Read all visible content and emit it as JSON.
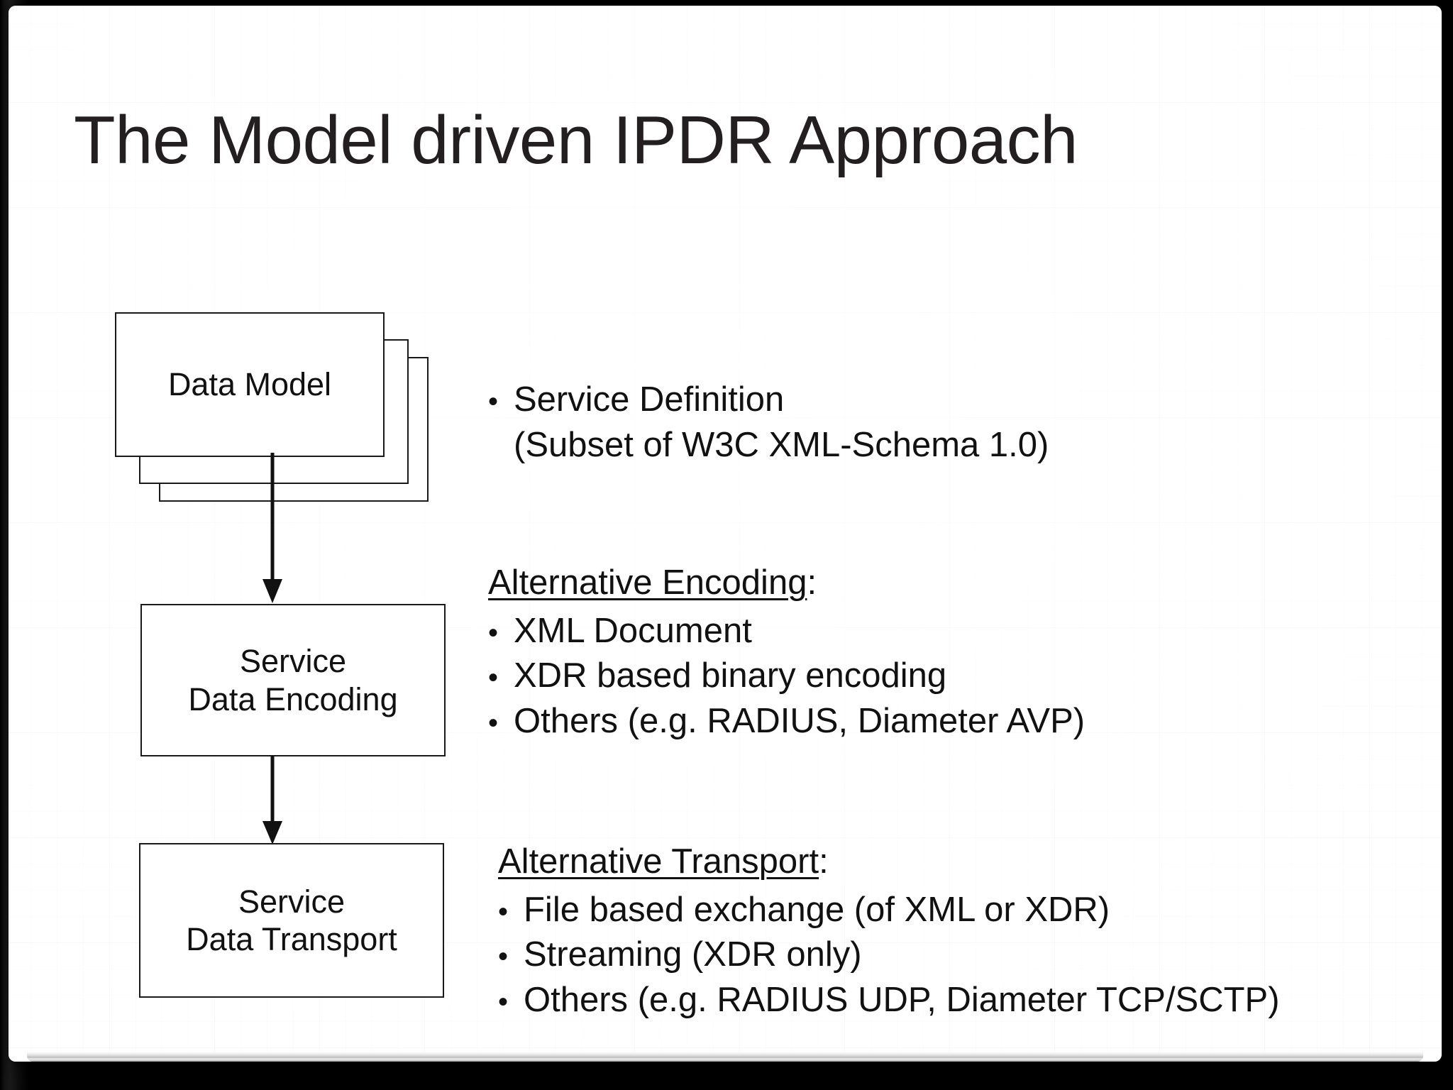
{
  "slide": {
    "title": "The Model driven IPDR Approach",
    "background_color": "#ffffff",
    "frame_color": "#000000",
    "text_color": "#111111",
    "box_border_color": "#1a1a1a"
  },
  "diagram": {
    "stack_note": "Data Model is drawn as three stacked sheets",
    "boxes": [
      {
        "id": "data-model",
        "label": "Data Model",
        "lines": [
          "Data Model"
        ],
        "sheets": 3
      },
      {
        "id": "service-data-encoding",
        "label": "Service Data Encoding",
        "lines": [
          "Service",
          "Data Encoding"
        ],
        "sheets": 1
      },
      {
        "id": "service-data-transport",
        "label": "Service Data Transport",
        "lines": [
          "Service",
          "Data Transport"
        ],
        "sheets": 1
      }
    ],
    "arrows": [
      {
        "id": "model-to-encoding",
        "from": "data-model",
        "to": "service-data-encoding",
        "direction": "down"
      },
      {
        "id": "encoding-to-transport",
        "from": "service-data-encoding",
        "to": "service-data-transport",
        "direction": "down"
      }
    ]
  },
  "content_blocks": [
    {
      "id": "service-definition",
      "heading": "",
      "heading_underlined": false,
      "bullets": [
        "Service Definition"
      ],
      "continuation": "(Subset of W3C XML-Schema 1.0)"
    },
    {
      "id": "alternative-encoding",
      "heading": "Alternative Encoding",
      "heading_suffix": ":",
      "heading_underlined": true,
      "bullets": [
        "XML Document",
        "XDR based binary encoding",
        "Others (e.g. RADIUS, Diameter AVP)"
      ]
    },
    {
      "id": "alternative-transport",
      "heading": "Alternative Transport",
      "heading_suffix": ":",
      "heading_underlined": true,
      "bullets": [
        "File based exchange (of XML or XDR)",
        "Streaming (XDR only)",
        "Others (e.g. RADIUS UDP, Diameter TCP/SCTP)"
      ]
    }
  ],
  "glyphs": {
    "bullet": "•"
  }
}
